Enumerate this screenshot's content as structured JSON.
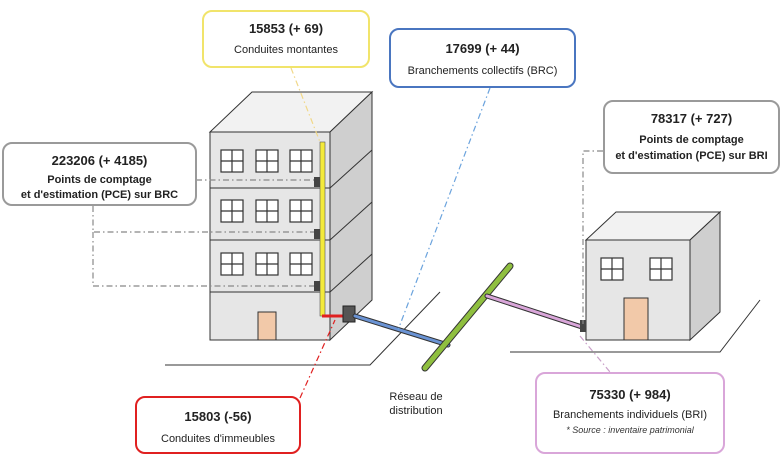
{
  "colors": {
    "yellow": "#f1e46b",
    "blue": "#4a76c0",
    "red": "#e02020",
    "pink": "#d9a6d9",
    "grey": "#9a9a9a",
    "pipe_green": "#8fbf3f",
    "riser_yellow": "#f4ea3a",
    "building_front": "#e6e6e6",
    "building_side": "#cfcfcf",
    "door": "#f2c9a9"
  },
  "callouts": {
    "conduites_montantes": {
      "value": "15853 (+ 69)",
      "label": "Conduites montantes"
    },
    "branchements_collectifs": {
      "value": "17699 (+ 44)",
      "label": "Branchements collectifs (BRC)"
    },
    "pce_brc": {
      "value": "223206 (+ 4185)",
      "label1": "Points de comptage",
      "label2": "et d'estimation (PCE) sur BRC"
    },
    "pce_bri": {
      "value": "78317 (+ 727)",
      "label1": "Points de comptage",
      "label2": "et d'estimation (PCE) sur BRI"
    },
    "conduites_immeubles": {
      "value": "15803 (-56)",
      "label": "Conduites d'immeubles"
    },
    "branchements_individuels": {
      "value": "75330 (+ 984)",
      "label": "Branchements individuels (BRI)",
      "note": "* Source : inventaire patrimonial"
    }
  },
  "reseau": {
    "line1": "Réseau de",
    "line2": "distribution"
  }
}
